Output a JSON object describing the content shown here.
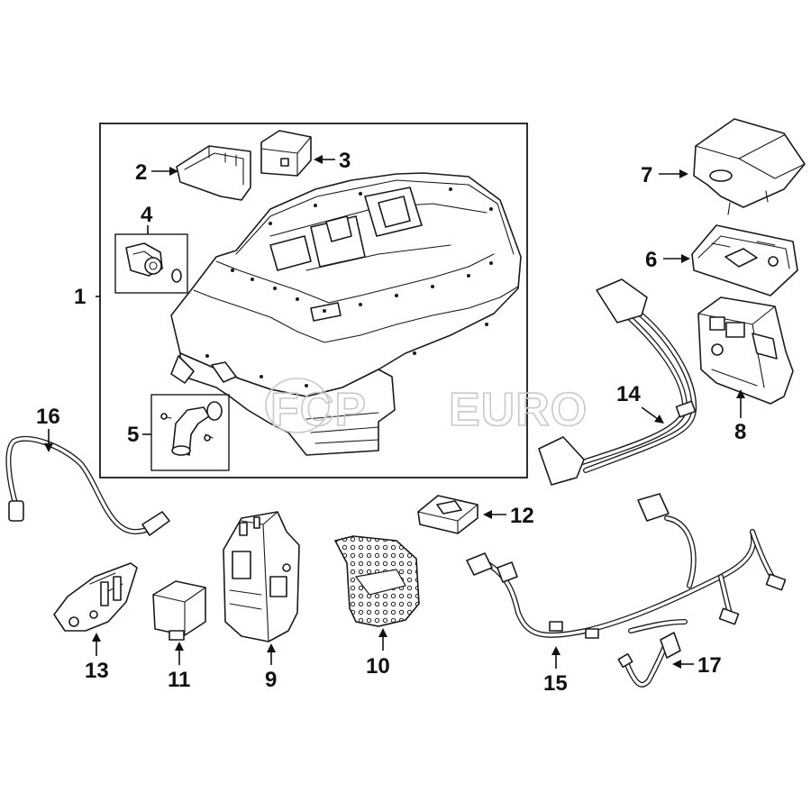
{
  "watermark": {
    "brand_a": "FCP",
    "brand_b": "EURO"
  },
  "callouts": [
    {
      "id": "1",
      "label": "1"
    },
    {
      "id": "2",
      "label": "2"
    },
    {
      "id": "3",
      "label": "3"
    },
    {
      "id": "4",
      "label": "4"
    },
    {
      "id": "5",
      "label": "5"
    },
    {
      "id": "6",
      "label": "6"
    },
    {
      "id": "7",
      "label": "7"
    },
    {
      "id": "8",
      "label": "8"
    },
    {
      "id": "9",
      "label": "9"
    },
    {
      "id": "10",
      "label": "10"
    },
    {
      "id": "11",
      "label": "11"
    },
    {
      "id": "12",
      "label": "12"
    },
    {
      "id": "13",
      "label": "13"
    },
    {
      "id": "14",
      "label": "14"
    },
    {
      "id": "15",
      "label": "15"
    },
    {
      "id": "16",
      "label": "16"
    },
    {
      "id": "17",
      "label": "17"
    }
  ]
}
